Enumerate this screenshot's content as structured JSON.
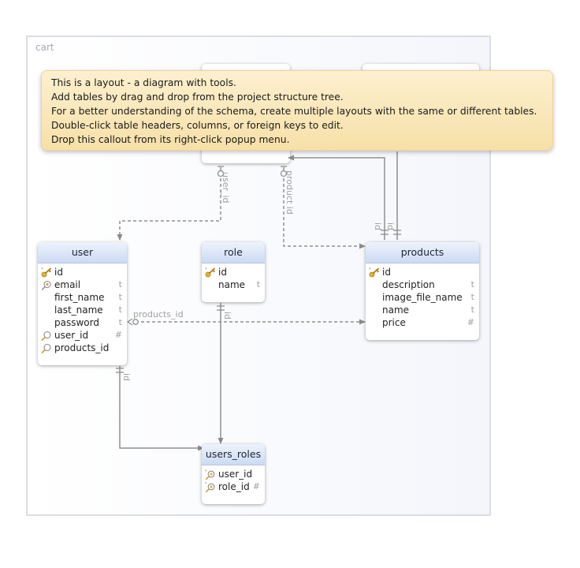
{
  "schema": {
    "name": "cart"
  },
  "callout": {
    "lines": [
      "This is a layout - a diagram with tools.",
      "Add tables by drag and drop from the project structure tree.",
      "For a better understanding of the schema, create multiple layouts with the same or different tables.",
      "Double-click table headers, columns, or foreign keys to edit.",
      "Drop this callout from its right-click popup menu."
    ]
  },
  "tables": {
    "user": {
      "name": "user",
      "columns": [
        {
          "name": "id",
          "type": "",
          "icon": "primary-key-icon",
          "ref": "ref-out-icon"
        },
        {
          "name": "email",
          "type": "t",
          "icon": "unique-index-icon"
        },
        {
          "name": "first_name",
          "type": "t"
        },
        {
          "name": "last_name",
          "type": "t"
        },
        {
          "name": "password",
          "type": "t"
        },
        {
          "name": "user_id",
          "type": "#",
          "icon": "index-icon"
        },
        {
          "name": "products_id",
          "type": "",
          "icon": "index-icon",
          "ref": "ref-out-icon"
        }
      ]
    },
    "role": {
      "name": "role",
      "columns": [
        {
          "name": "id",
          "type": "",
          "icon": "primary-key-icon",
          "ref": "ref-out-icon"
        },
        {
          "name": "name",
          "type": "t"
        }
      ]
    },
    "products": {
      "name": "products",
      "columns": [
        {
          "name": "id",
          "type": "",
          "icon": "primary-key-icon",
          "ref": "ref-out-icon"
        },
        {
          "name": "description",
          "type": "t"
        },
        {
          "name": "image_file_name",
          "type": "t"
        },
        {
          "name": "name",
          "type": "t"
        },
        {
          "name": "price",
          "type": "#"
        }
      ]
    },
    "users_roles": {
      "name": "users_roles",
      "columns": [
        {
          "name": "user_id",
          "type": "",
          "icon": "primary-foreign-key-icon",
          "ref": "ref-in-icon"
        },
        {
          "name": "role_id",
          "type": "#",
          "icon": "primary-foreign-key-icon"
        }
      ]
    }
  },
  "relations": {
    "user_id": "user_id",
    "product_id": "product id",
    "products_id": "products_id",
    "id_a": "id",
    "id_b": "id",
    "id_c": "id",
    "id_d": "id"
  }
}
